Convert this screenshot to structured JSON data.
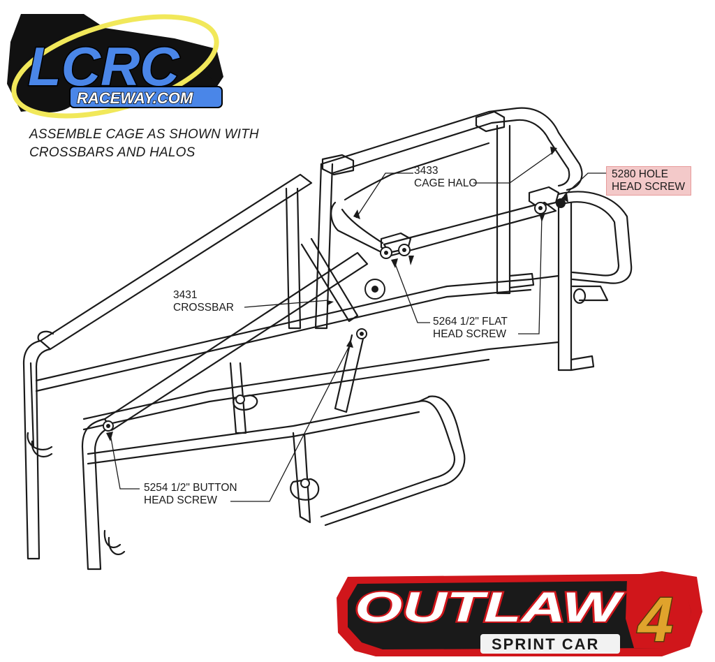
{
  "logo_top": {
    "name": "LCRC",
    "subtitle": "RACEWAY.COM",
    "colors": {
      "primary": "#4a86e8",
      "ring": "#f1e85a",
      "outline": "#000000"
    }
  },
  "instructions": {
    "line1": "ASSEMBLE CAGE AS SHOWN WITH",
    "line2": "CROSSBARS AND HALOS"
  },
  "callouts": {
    "cage_halo": {
      "part": "3433",
      "label": "CAGE HALO"
    },
    "crossbar": {
      "part": "3431",
      "label": "CROSSBAR"
    },
    "hole_screw": {
      "line1": "5280 HOLE",
      "line2": "HEAD SCREW",
      "highlight": "#f3c9c9"
    },
    "flat_screw": {
      "line1": "5264 1/2\" FLAT",
      "line2": "HEAD SCREW"
    },
    "button_screw": {
      "line1": "5254 1/2\" BUTTON",
      "line2": "HEAD SCREW"
    }
  },
  "logo_bottom": {
    "name": "OUTLAW",
    "number": "4",
    "subtitle": "SPRINT CAR",
    "colors": {
      "red": "#d0161b",
      "dark": "#1a1a1a",
      "gold": "#e0a32c"
    }
  }
}
